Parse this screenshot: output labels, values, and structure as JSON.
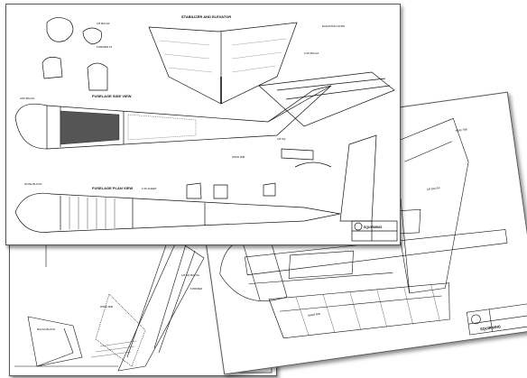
{
  "sheets": {
    "front": {
      "labels": {
        "stabilizer": "STABILIZER AND ELEVATOR",
        "side_view": "FUSELAGE SIDE VIEW",
        "plan_view": "FUSELAGE PLAN VIEW"
      },
      "logo": "SQUIRMING"
    },
    "right": {
      "logo": "SQUIRMING"
    },
    "bottom_left": {}
  },
  "colors": {
    "ink": "#111111",
    "paper": "#ffffff",
    "shadow": "#777777"
  }
}
